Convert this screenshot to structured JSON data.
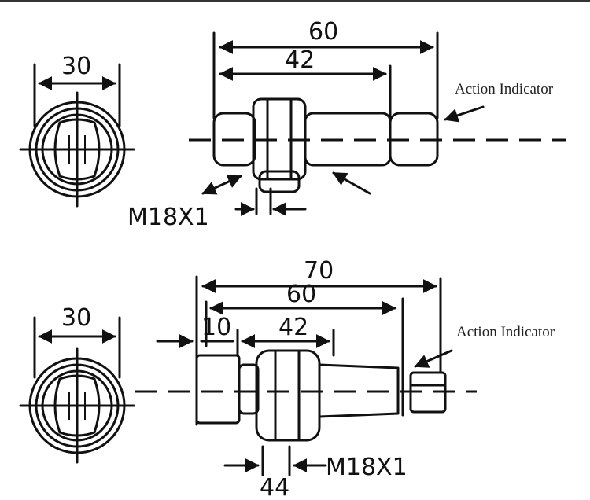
{
  "top_view": {
    "end_view_dim": "30",
    "overall_length": "60",
    "body_length": "42",
    "thread_label": "M18X1",
    "indicator_label": "Action Indicator"
  },
  "bottom_view": {
    "end_view_dim": "30",
    "overall_length": "70",
    "length_60": "60",
    "offset": "10",
    "body_length": "42",
    "thread_label": "M18X1",
    "nut_dim": "44",
    "indicator_label": "Action Indicator"
  }
}
